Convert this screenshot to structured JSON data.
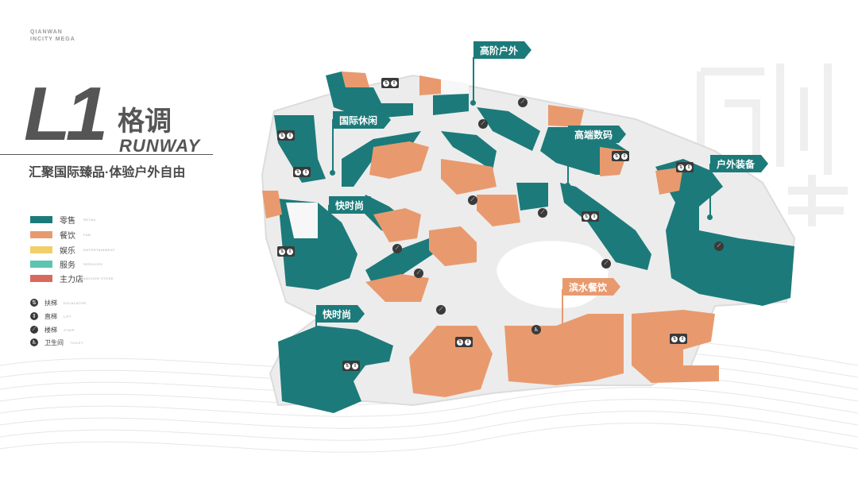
{
  "brand": {
    "line1": "QIANWAN",
    "line2": "INCITY MEGA"
  },
  "title": {
    "level": "L1",
    "cn": "格调",
    "en": "RUNWAY",
    "subtitle": "汇聚国际臻品·体验户外自由"
  },
  "legend": [
    {
      "label": "零售",
      "en": "RETAIL",
      "color": "#1d7a7a"
    },
    {
      "label": "餐饮",
      "en": "F&B",
      "color": "#e89a6e"
    },
    {
      "label": "娱乐",
      "en": "ENTERTAINMENT",
      "color": "#f2cf6a"
    },
    {
      "label": "服务",
      "en": "SERVICES",
      "color": "#5cc4b0"
    },
    {
      "label": "主力店",
      "en": "ANCHOR STORE",
      "color": "#d9695f"
    }
  ],
  "facilities": [
    {
      "label": "扶梯",
      "en": "ESCALATOR",
      "icon": "escalator-icon",
      "glyph": "⇅"
    },
    {
      "label": "直梯",
      "en": "LIFT",
      "icon": "elevator-icon",
      "glyph": "⇕"
    },
    {
      "label": "楼梯",
      "en": "STAIR",
      "icon": "stairs-icon",
      "glyph": "⟋"
    },
    {
      "label": "卫生间",
      "en": "TOILET",
      "icon": "toilet-icon",
      "glyph": "♿"
    }
  ],
  "zones": [
    {
      "name": "高阶户外",
      "color": "teal"
    },
    {
      "name": "国际休闲",
      "color": "teal"
    },
    {
      "name": "高端数码",
      "color": "teal"
    },
    {
      "name": "户外装备",
      "color": "teal"
    },
    {
      "name": "快时尚",
      "color": "teal"
    },
    {
      "name": "滨水餐饮",
      "color": "orange"
    },
    {
      "name": "快时尚",
      "color": "teal"
    }
  ],
  "colors": {
    "retail": "#1d7a7a",
    "fnb": "#e89a6e",
    "floor": "#eeeeee",
    "text": "#555555"
  }
}
